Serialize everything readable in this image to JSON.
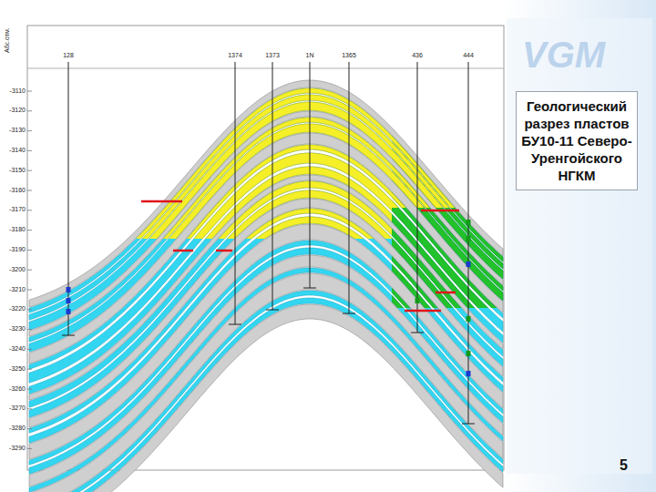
{
  "diagram": {
    "title": "Геологический разрез пластов БУ10-11 Северо-Уренгойского НГКМ",
    "labels": [
      "VGM",
      "128",
      "1374",
      "1373",
      "1N",
      "1365",
      "436",
      "444",
      "-3110",
      "-3120",
      "-3130",
      "-3140",
      "-3150",
      "-3160",
      "-3170",
      "-3180",
      "-3190",
      "-3200",
      "-3210",
      "-3220",
      "-3230",
      "-3240",
      "-3250",
      "-3260",
      "-3270",
      "-3280",
      "-3290",
      "Абс.отм.",
      "5"
    ]
  }
}
